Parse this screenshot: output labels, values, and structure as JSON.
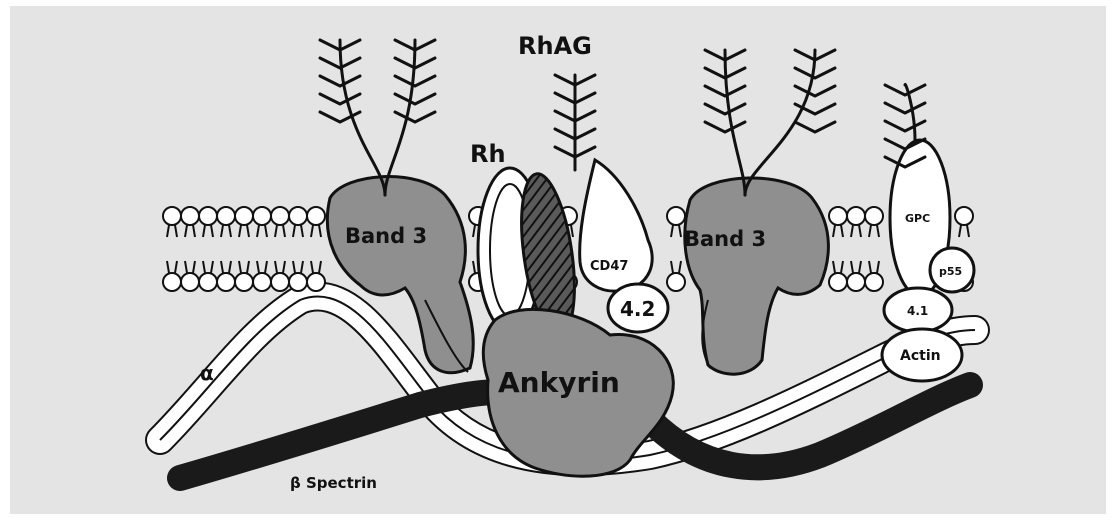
{
  "diagram": {
    "labels": {
      "rhag": "RhAG",
      "rh": "Rh",
      "band3_left": "Band 3",
      "band3_right": "Band 3",
      "cd47": "CD47",
      "protein42": "4.2",
      "gpc": "GPC",
      "p55": "p55",
      "protein41": "4.1",
      "actin": "Actin",
      "ankyrin": "Ankyrin",
      "alpha": "α",
      "beta_spectrin": "β Spectrin"
    },
    "colors": {
      "background": "#e4e4e4",
      "protein_fill": "#8f8f8f",
      "protein_dark": "#6e6e6e",
      "spectrin_beta": "#1a1a1a",
      "outline": "#111111",
      "white": "#ffffff"
    }
  }
}
